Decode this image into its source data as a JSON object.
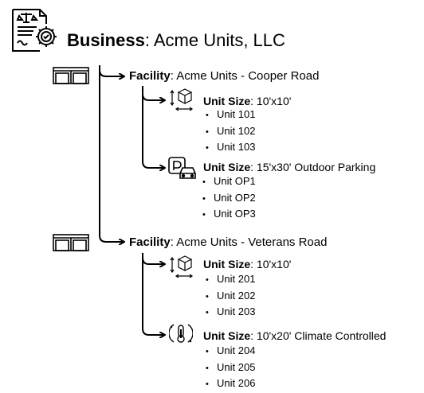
{
  "business": {
    "label": "Business",
    "separator": ": ",
    "name": "Acme Units, LLC",
    "icon": "legal-document-gear-icon"
  },
  "facilities": [
    {
      "label": "Facility",
      "separator": ": ",
      "name": "Acme Units - Cooper Road",
      "icon": "storage-garage-icon",
      "unit_sizes": [
        {
          "label": "Unit Size",
          "separator": ": ",
          "value": "10'x10'",
          "icon": "box-dimensions-icon",
          "units": [
            "Unit 101",
            "Unit 102",
            "Unit 103"
          ]
        },
        {
          "label": "Unit Size",
          "separator": ": ",
          "value": "15'x30' Outdoor Parking",
          "icon": "parking-car-icon",
          "units": [
            "Unit OP1",
            "Unit OP2",
            "Unit OP3"
          ]
        }
      ]
    },
    {
      "label": "Facility",
      "separator": ": ",
      "name": "Acme Units - Veterans Road",
      "icon": "storage-garage-icon",
      "unit_sizes": [
        {
          "label": "Unit Size",
          "separator": ": ",
          "value": "10'x10'",
          "icon": "box-dimensions-icon",
          "units": [
            "Unit 201",
            "Unit 202",
            "Unit 203"
          ]
        },
        {
          "label": "Unit Size",
          "separator": ": ",
          "value": "10'x20' Climate Controlled",
          "icon": "thermometer-climate-icon",
          "units": [
            "Unit 204",
            "Unit 205",
            "Unit 206"
          ]
        }
      ]
    }
  ]
}
